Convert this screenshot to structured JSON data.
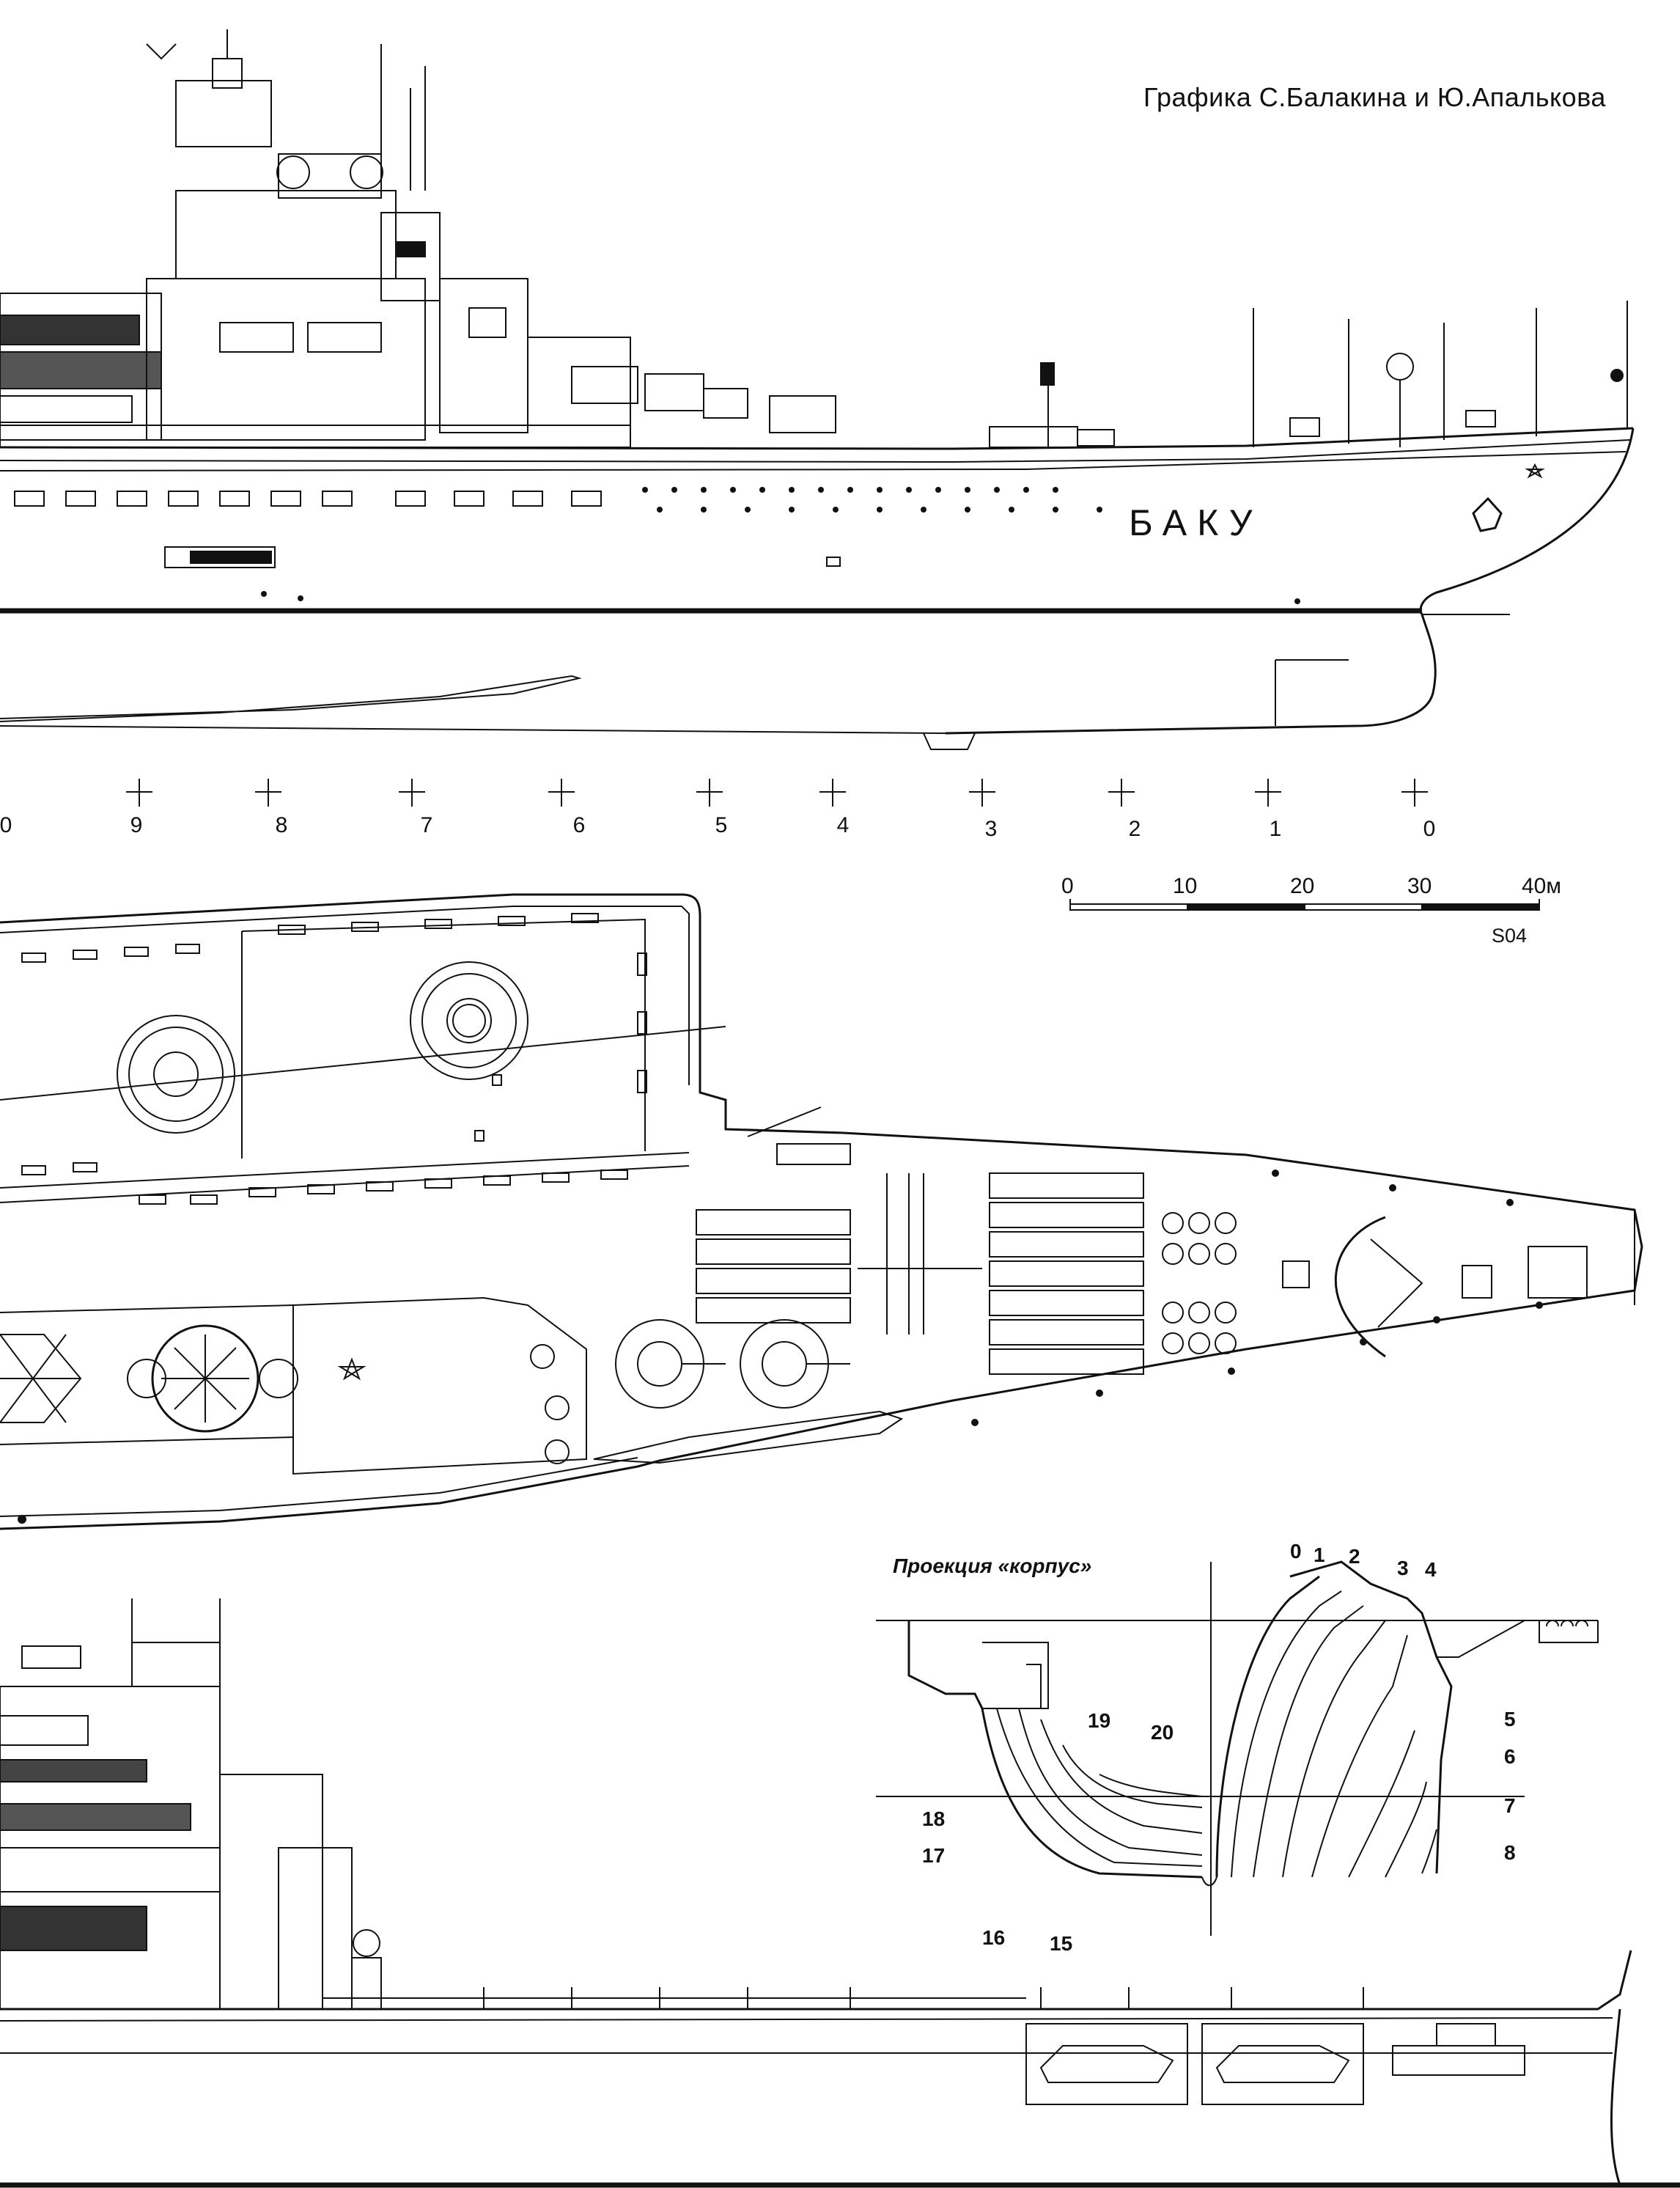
{
  "credit": "Графика С.Балакина и Ю.Апалькова",
  "ship_name": "БАКУ",
  "frame_marks": [
    "0",
    "9",
    "8",
    "7",
    "6",
    "5",
    "4",
    "3",
    "2",
    "1",
    "0"
  ],
  "scale_bar": {
    "ticks": [
      "0",
      "10",
      "20",
      "30",
      "40м"
    ],
    "code": "S04"
  },
  "body_plan": {
    "title": "Проекция «корпус»",
    "bow_labels": [
      "0",
      "1",
      "2",
      "3",
      "4",
      "5",
      "6",
      "7",
      "8"
    ],
    "stern_labels": [
      "19",
      "20",
      "18",
      "17",
      "16",
      "15"
    ]
  }
}
